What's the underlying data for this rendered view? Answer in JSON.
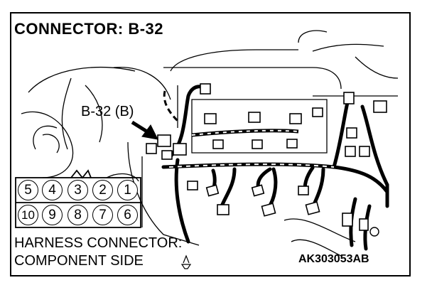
{
  "title": "CONNECTOR: B-32",
  "callout": "B-32 (B)",
  "pins": {
    "top": [
      "5",
      "4",
      "3",
      "2",
      "1"
    ],
    "bottom": [
      "10",
      "9",
      "8",
      "7",
      "6"
    ]
  },
  "harness_label": {
    "line1": "HARNESS CONNECTOR:",
    "line2": "COMPONENT SIDE"
  },
  "figure_code": "AK303053AB",
  "icons": [
    "component-side-hand-icon",
    "connector-lock-tab-icon",
    "engine-harness-drawing"
  ]
}
